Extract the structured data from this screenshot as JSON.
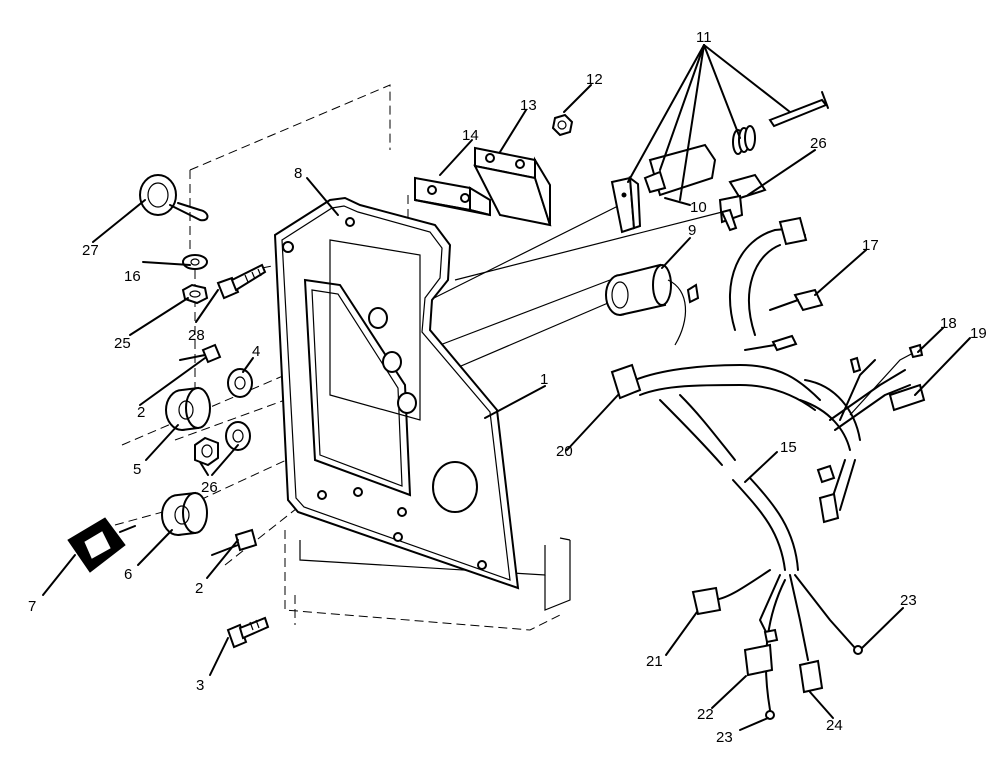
{
  "diagram": {
    "callouts": [
      {
        "id": "c1",
        "text": "1"
      },
      {
        "id": "c2a",
        "text": "2"
      },
      {
        "id": "c2b",
        "text": "2"
      },
      {
        "id": "c3",
        "text": "3"
      },
      {
        "id": "c4",
        "text": "4"
      },
      {
        "id": "c5",
        "text": "5"
      },
      {
        "id": "c6",
        "text": "6"
      },
      {
        "id": "c7",
        "text": "7"
      },
      {
        "id": "c8",
        "text": "8"
      },
      {
        "id": "c9",
        "text": "9"
      },
      {
        "id": "c10",
        "text": "10"
      },
      {
        "id": "c11",
        "text": "11"
      },
      {
        "id": "c12",
        "text": "12"
      },
      {
        "id": "c13",
        "text": "13"
      },
      {
        "id": "c14",
        "text": "14"
      },
      {
        "id": "c15",
        "text": "15"
      },
      {
        "id": "c16",
        "text": "16"
      },
      {
        "id": "c17",
        "text": "17"
      },
      {
        "id": "c18",
        "text": "18"
      },
      {
        "id": "c19",
        "text": "19"
      },
      {
        "id": "c20",
        "text": "20"
      },
      {
        "id": "c21",
        "text": "21"
      },
      {
        "id": "c22",
        "text": "22"
      },
      {
        "id": "c23a",
        "text": "23"
      },
      {
        "id": "c23b",
        "text": "23"
      },
      {
        "id": "c24",
        "text": "24"
      },
      {
        "id": "c25",
        "text": "25"
      },
      {
        "id": "c26a",
        "text": "26"
      },
      {
        "id": "c26b",
        "text": "26"
      },
      {
        "id": "c27",
        "text": "27"
      },
      {
        "id": "c28",
        "text": "28"
      }
    ]
  }
}
